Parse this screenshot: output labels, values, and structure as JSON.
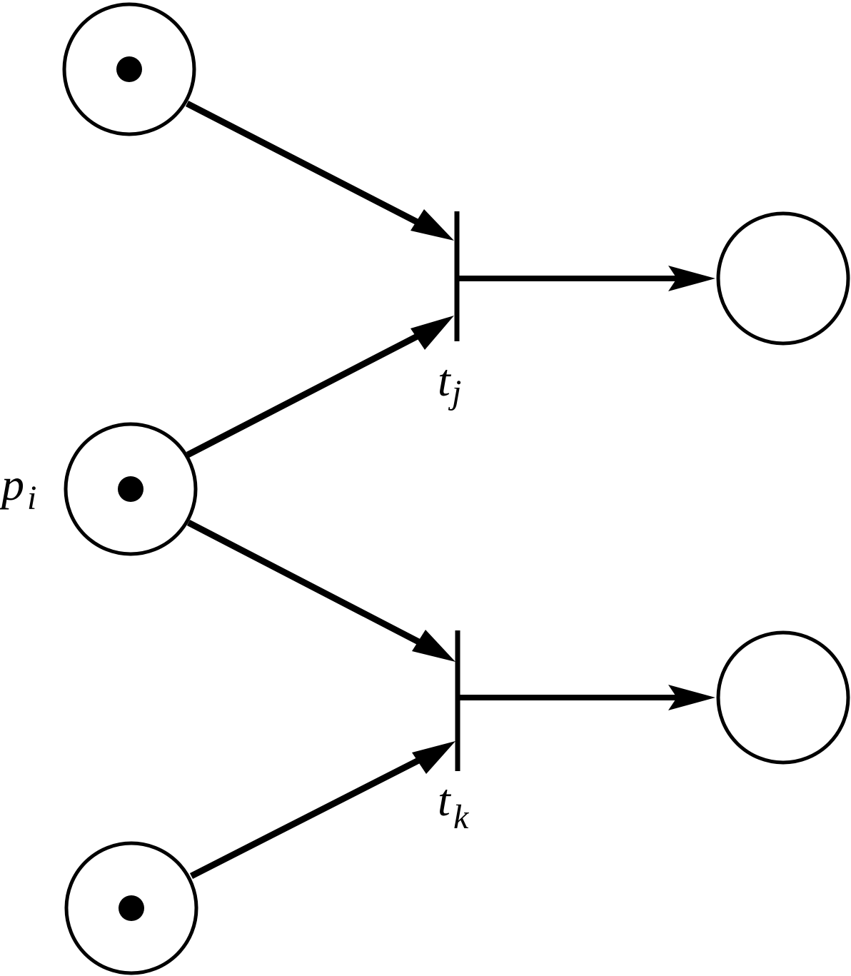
{
  "diagram": {
    "type": "petri-net",
    "places": [
      {
        "id": "p-top",
        "label": "",
        "tokens": 1
      },
      {
        "id": "p-i",
        "label": "p",
        "subscript": "i",
        "tokens": 1
      },
      {
        "id": "p-bottom",
        "label": "",
        "tokens": 1
      },
      {
        "id": "p-out-j",
        "label": "",
        "tokens": 0
      },
      {
        "id": "p-out-k",
        "label": "",
        "tokens": 0
      }
    ],
    "transitions": [
      {
        "id": "t-j",
        "label": "t",
        "subscript": "j"
      },
      {
        "id": "t-k",
        "label": "t",
        "subscript": "k"
      }
    ],
    "arcs": [
      {
        "from": "p-top",
        "to": "t-j"
      },
      {
        "from": "p-i",
        "to": "t-j"
      },
      {
        "from": "p-i",
        "to": "t-k"
      },
      {
        "from": "p-bottom",
        "to": "t-k"
      },
      {
        "from": "t-j",
        "to": "p-out-j"
      },
      {
        "from": "t-k",
        "to": "p-out-k"
      }
    ]
  },
  "labels": {
    "p_i": {
      "main": "p",
      "sub": "i"
    },
    "t_j": {
      "main": "t",
      "sub": "j"
    },
    "t_k": {
      "main": "t",
      "sub": "k"
    }
  }
}
